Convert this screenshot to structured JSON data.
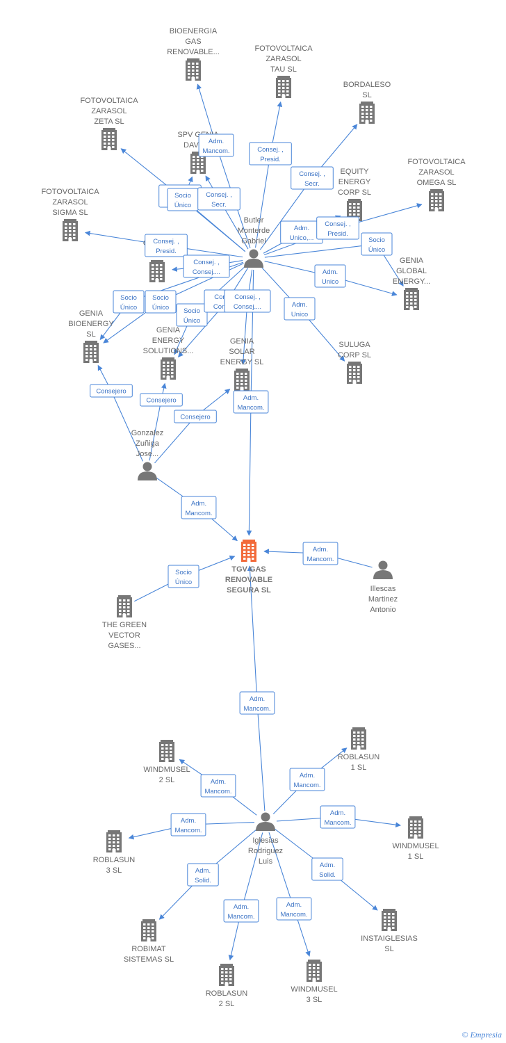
{
  "colors": {
    "edge": "#4a86d8",
    "company": "#777777",
    "focus": "#f26a3a",
    "person": "#777777"
  },
  "nodes": [
    {
      "id": "bioenergia",
      "kind": "company",
      "lines": [
        "BIOENERGIA",
        "GAS",
        "RENOVABLE..."
      ]
    },
    {
      "id": "fv_tau",
      "kind": "company",
      "lines": [
        "FOTOVOLTAICA",
        "ZARASOL",
        "TAU SL"
      ]
    },
    {
      "id": "bordaleso",
      "kind": "company",
      "lines": [
        "BORDALESO",
        "SL"
      ]
    },
    {
      "id": "fv_zeta",
      "kind": "company",
      "lines": [
        "FOTOVOLTAICA",
        "ZARASOL",
        "ZETA SL"
      ]
    },
    {
      "id": "spv_genia",
      "kind": "company",
      "lines": [
        "SPV GENIA",
        "DAVIN..."
      ]
    },
    {
      "id": "equity",
      "kind": "company",
      "lines": [
        "EQUITY",
        "ENERGY",
        "CORP SL"
      ]
    },
    {
      "id": "fv_omega",
      "kind": "company",
      "lines": [
        "FOTOVOLTAICA",
        "ZARASOL",
        "OMEGA SL"
      ]
    },
    {
      "id": "fv_sigma",
      "kind": "company",
      "lines": [
        "FOTOVOLTAICA",
        "ZARASOL",
        "SIGMA SL"
      ]
    },
    {
      "id": "grupo_gen",
      "kind": "company",
      "lines": [
        "GRUPO",
        "GEN..."
      ]
    },
    {
      "id": "butler",
      "kind": "person",
      "lines": [
        "Butler",
        "Monterde",
        "Gabriel"
      ]
    },
    {
      "id": "genia_global",
      "kind": "company",
      "lines": [
        "GENIA",
        "GLOBAL",
        "ENERGY..."
      ]
    },
    {
      "id": "genia_bio",
      "kind": "company",
      "lines": [
        "GENIA",
        "BIOENERGY",
        "SL"
      ]
    },
    {
      "id": "genia_energy",
      "kind": "company",
      "lines": [
        "GENIA",
        "ENERGY",
        "SOLUTIONS..."
      ]
    },
    {
      "id": "genia_solar",
      "kind": "company",
      "lines": [
        "GENIA",
        "SOLAR",
        "ENERGY SL"
      ]
    },
    {
      "id": "suluga",
      "kind": "company",
      "lines": [
        "SULUGA",
        "CORP SL"
      ]
    },
    {
      "id": "gonzalez",
      "kind": "person",
      "lines": [
        "Gonzalez",
        "Zuñiga",
        "Jose..."
      ]
    },
    {
      "id": "tgv",
      "kind": "focus",
      "lines": [
        "TGV GAS",
        "RENOVABLE",
        "SEGURA SL"
      ]
    },
    {
      "id": "illescas",
      "kind": "person",
      "lines": [
        "Illescas",
        "Martinez",
        "Antonio"
      ]
    },
    {
      "id": "green_vector",
      "kind": "company",
      "lines": [
        "THE GREEN",
        "VECTOR",
        "GASES..."
      ]
    },
    {
      "id": "windmusel2",
      "kind": "company",
      "lines": [
        "WINDMUSEL",
        "2 SL"
      ]
    },
    {
      "id": "roblasun1",
      "kind": "company",
      "lines": [
        "ROBLASUN",
        "1 SL"
      ]
    },
    {
      "id": "iglesias",
      "kind": "person",
      "lines": [
        "Iglesias",
        "Rodriguez",
        "Luis"
      ]
    },
    {
      "id": "roblasun3",
      "kind": "company",
      "lines": [
        "ROBLASUN",
        "3 SL"
      ]
    },
    {
      "id": "windmusel1",
      "kind": "company",
      "lines": [
        "WINDMUSEL",
        "1 SL"
      ]
    },
    {
      "id": "robimat",
      "kind": "company",
      "lines": [
        "ROBIMAT",
        "SISTEMAS SL"
      ]
    },
    {
      "id": "instaiglesias",
      "kind": "company",
      "lines": [
        "INSTAIGLESIAS",
        "SL"
      ]
    },
    {
      "id": "roblasun2",
      "kind": "company",
      "lines": [
        "ROBLASUN",
        "2 SL"
      ]
    },
    {
      "id": "windmusel3",
      "kind": "company",
      "lines": [
        "WINDMUSEL",
        "3 SL"
      ]
    }
  ],
  "edges": [
    {
      "from": "butler",
      "to": "bioenergia",
      "label": [
        "Adm.",
        "Mancom."
      ]
    },
    {
      "from": "butler",
      "to": "fv_tau",
      "label": [
        "Consej. ,",
        "Presid."
      ]
    },
    {
      "from": "butler",
      "to": "bordaleso",
      "label": [
        "Consej. ,",
        "Secr."
      ]
    },
    {
      "from": "butler",
      "to": "fv_zeta",
      "label": [
        "Consej. ,",
        "Presid."
      ]
    },
    {
      "from": "butler",
      "to": "spv_genia",
      "label": [
        "Socio",
        "Único"
      ]
    },
    {
      "from": "butler",
      "to": "spv_genia",
      "label": [
        "Consej. ,",
        "Secr."
      ]
    },
    {
      "from": "butler",
      "to": "equity",
      "label": [
        "Adm.",
        "Unico,..."
      ]
    },
    {
      "from": "butler",
      "to": "fv_omega",
      "label": [
        "Consej. ,",
        "Presid."
      ]
    },
    {
      "from": "butler",
      "to": "genia_global",
      "label": [
        "Socio",
        "Único"
      ]
    },
    {
      "from": "butler",
      "to": "fv_sigma",
      "label": [
        "Consej. ,",
        "Presid."
      ]
    },
    {
      "from": "butler",
      "to": "grupo_gen",
      "label": [
        "Consej. ,",
        "Consej...."
      ]
    },
    {
      "from": "butler",
      "to": "genia_global",
      "label": [
        "Adm.",
        "Unico"
      ]
    },
    {
      "from": "butler",
      "to": "genia_bio",
      "label": [
        "Socio",
        "Único"
      ]
    },
    {
      "from": "butler",
      "to": "genia_bio",
      "label": [
        "Socio",
        "Único"
      ]
    },
    {
      "from": "butler",
      "to": "genia_energy",
      "label": [
        "Socio",
        "Único"
      ]
    },
    {
      "from": "butler",
      "to": "genia_energy",
      "label": [
        "Consej. ,",
        "Consej...."
      ]
    },
    {
      "from": "butler",
      "to": "genia_solar",
      "label": [
        "Consej. ,",
        "Consej...."
      ]
    },
    {
      "from": "butler",
      "to": "suluga",
      "label": [
        "Adm.",
        "Unico"
      ]
    },
    {
      "from": "butler",
      "to": "tgv",
      "label": [
        "Adm.",
        "Mancom."
      ]
    },
    {
      "from": "gonzalez",
      "to": "genia_bio",
      "label": [
        "Consejero"
      ]
    },
    {
      "from": "gonzalez",
      "to": "genia_energy",
      "label": [
        "Consejero"
      ]
    },
    {
      "from": "gonzalez",
      "to": "genia_solar",
      "label": [
        "Consejero"
      ]
    },
    {
      "from": "gonzalez",
      "to": "tgv",
      "label": [
        "Adm.",
        "Mancom."
      ]
    },
    {
      "from": "illescas",
      "to": "tgv",
      "label": [
        "Adm.",
        "Mancom."
      ]
    },
    {
      "from": "green_vector",
      "to": "tgv",
      "label": [
        "Socio",
        "Único"
      ]
    },
    {
      "from": "iglesias",
      "to": "tgv",
      "label": [
        "Adm.",
        "Mancom."
      ]
    },
    {
      "from": "iglesias",
      "to": "windmusel2",
      "label": [
        "Adm.",
        "Mancom."
      ]
    },
    {
      "from": "iglesias",
      "to": "roblasun1",
      "label": [
        "Adm.",
        "Mancom."
      ]
    },
    {
      "from": "iglesias",
      "to": "roblasun3",
      "label": [
        "Adm.",
        "Mancom."
      ]
    },
    {
      "from": "iglesias",
      "to": "windmusel1",
      "label": [
        "Adm.",
        "Mancom."
      ]
    },
    {
      "from": "iglesias",
      "to": "robimat",
      "label": [
        "Adm.",
        "Solid."
      ]
    },
    {
      "from": "iglesias",
      "to": "instaiglesias",
      "label": [
        "Adm.",
        "Solid."
      ]
    },
    {
      "from": "iglesias",
      "to": "roblasun2",
      "label": [
        "Adm.",
        "Mancom."
      ]
    },
    {
      "from": "iglesias",
      "to": "windmusel3",
      "label": [
        "Adm.",
        "Mancom."
      ]
    }
  ],
  "footer": {
    "copyright": "©",
    "brand": "Empresia"
  }
}
